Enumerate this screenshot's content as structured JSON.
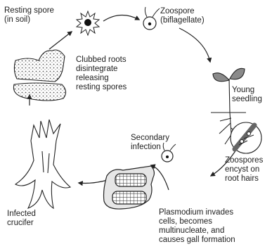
{
  "stages": {
    "resting_spore": {
      "line1": "Resting spore",
      "line2": "(in soil)"
    },
    "zoospore": {
      "line1": "Zoospore",
      "line2": "(biflagellate)"
    },
    "young_seedling": {
      "line1": "Young",
      "line2": "seedling"
    },
    "zoospores_encyst": {
      "line1": "Zoospores",
      "line2": "encyst on",
      "line3": "root hairs"
    },
    "secondary_infection": {
      "line1": "Secondary",
      "line2": "infection"
    },
    "plasmodium": {
      "line1": "Plasmodium invades",
      "line2": "cells, becomes",
      "line3": "multinucleate, and",
      "line4": "causes gall formation"
    },
    "infected_crucifer": {
      "line1": "Infected",
      "line2": "crucifer"
    },
    "clubbed_roots": {
      "line1": "Clubbed roots",
      "line2": "disintegrate",
      "line3": "releasing",
      "line4": "resting spores"
    }
  }
}
